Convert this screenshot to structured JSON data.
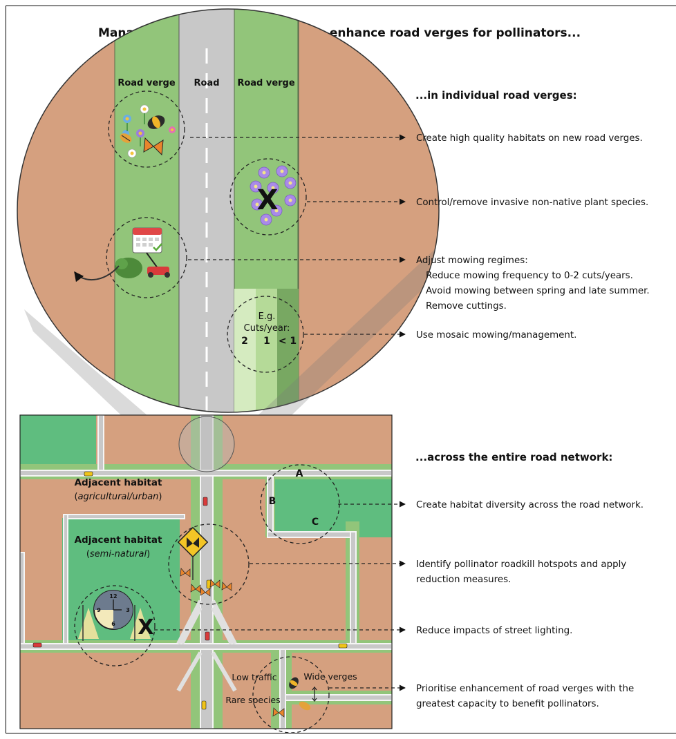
{
  "title": "Management recommendations to enhance road verges for pollinators...",
  "zoom": {
    "left_label": "Road verge",
    "center_label": "Road",
    "right_label": "Road verge",
    "mosaic": {
      "line1": "E.g.",
      "line2": "Cuts/year:",
      "v1": "2",
      "v2": "1",
      "v3": "< 1"
    },
    "x_mark": "X"
  },
  "individual": {
    "heading": "...in individual road verges:",
    "items": [
      {
        "text": "Create high quality habitats on new road verges."
      },
      {
        "text": "Control/remove invasive non-native plant species."
      },
      {
        "text": "Adjust mowing regimes:",
        "sub": [
          "Reduce mowing frequency to 0-2 cuts/years.",
          "Avoid mowing between spring and late summer.",
          "Remove cuttings."
        ]
      },
      {
        "text": "Use mosaic mowing/management."
      }
    ]
  },
  "network": {
    "heading": "...across the entire road network:",
    "items": [
      {
        "text": "Create habitat diversity across the road network."
      },
      {
        "text": "Identify pollinator roadkill hotspots and apply",
        "line2": "reduction measures."
      },
      {
        "text": "Reduce impacts of street lighting."
      },
      {
        "text": "Prioritise enhancement of road verges with the",
        "line2": "greatest capacity to benefit pollinators."
      }
    ]
  },
  "map": {
    "adj1_bold": "Adjacent habitat",
    "adj1_italic": "agricultural/urban",
    "adj2_bold": "Adjacent habitat",
    "adj2_italic": "semi-natural",
    "letter_a": "A",
    "letter_b": "B",
    "letter_c": "C",
    "low_traffic": "Low traffic",
    "wide_verges": "Wide verges",
    "rare_species": "Rare species",
    "clock_12": "12",
    "clock_3": "3",
    "clock_6": "6",
    "clock_9": "9",
    "x_mark": "X"
  },
  "colors": {
    "farmland": "#d5a07f",
    "verge": "#92c57a",
    "semi_natural": "#5fbd7f",
    "road": "#c8c8c8",
    "verge_light": "#d5ebc0",
    "verge_mid": "#b5da98",
    "verge_dark": "#78a862"
  }
}
